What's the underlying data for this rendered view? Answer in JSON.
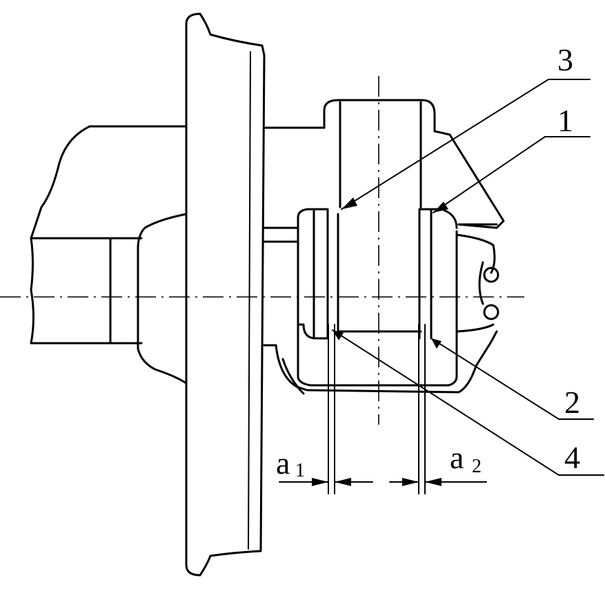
{
  "callouts": {
    "c1": "1",
    "c2": "2",
    "c3": "3",
    "c4": "4"
  },
  "dimensions": {
    "a1": {
      "base": "a",
      "sub": "1"
    },
    "a2": {
      "base": "a",
      "sub": "2"
    }
  }
}
